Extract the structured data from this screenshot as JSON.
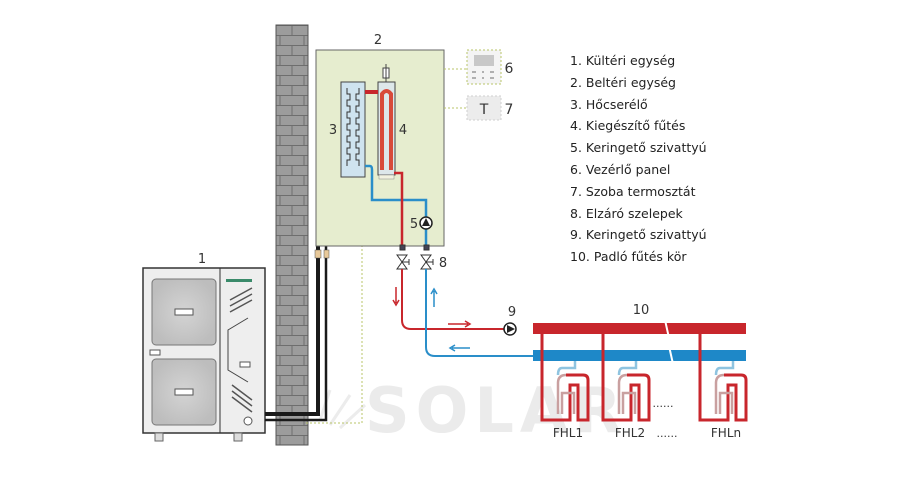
{
  "diagram": {
    "title": "Heat pump floor heating system schematic",
    "callouts": {
      "outdoor_unit": "1",
      "indoor_unit": "2",
      "heat_exchanger": "3",
      "backup_heater": "4",
      "circulation_pump_internal": "5",
      "control_panel": "6",
      "room_thermostat": "7",
      "shutoff_valves": "8",
      "circulation_pump_external": "9",
      "floor_heating_circuit": "10"
    },
    "thermostat_symbol": "T",
    "loops": [
      "FHL1",
      "FHL2",
      "FHLn"
    ],
    "loops_ellipsis": "......",
    "watermark": "SOLAR",
    "colors": {
      "supply": "#c8262c",
      "return": "#1e88c8",
      "indoor_unit_fill": "#e6edcf",
      "wall": "#9a9a9a"
    }
  },
  "legend": [
    "1. Kültéri egység",
    "2. Beltéri egység",
    "3. Hőcserélő",
    "4. Kiegészítő fűtés",
    "5. Keringető szivattyú",
    "6. Vezérlő panel",
    "7. Szoba termosztát",
    "8. Elzáró szelepek",
    "9. Keringető szivattyú",
    "10. Padló fűtés kör"
  ]
}
